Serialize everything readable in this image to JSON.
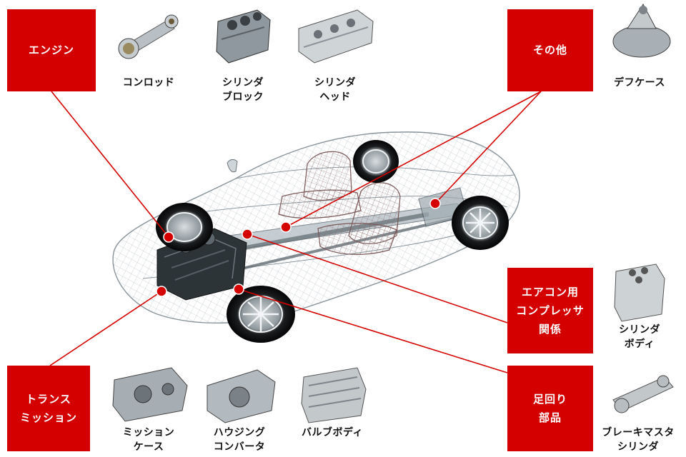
{
  "categories": {
    "engine": "エンジン",
    "other": "その他",
    "aircon": "エアコン用\nコンプレッサ\n関係",
    "transmission": "トランス\nミッション",
    "suspension": "足回り\n部品"
  },
  "parts": {
    "conrod": "コンロッド",
    "cylinder_block": "シリンダ\nブロック",
    "cylinder_head": "シリンダ\nヘッド",
    "diff_case": "デフケース",
    "cylinder_body": "シリンダ\nボディ",
    "mission_case": "ミッション\nケース",
    "housing_converter": "ハウジング\nコンバータ",
    "valve_body": "バルブボディ",
    "brake_master_cylinder": "ブレーキマスタ\nシリンダ"
  },
  "colors": {
    "accent": "#d40000"
  }
}
